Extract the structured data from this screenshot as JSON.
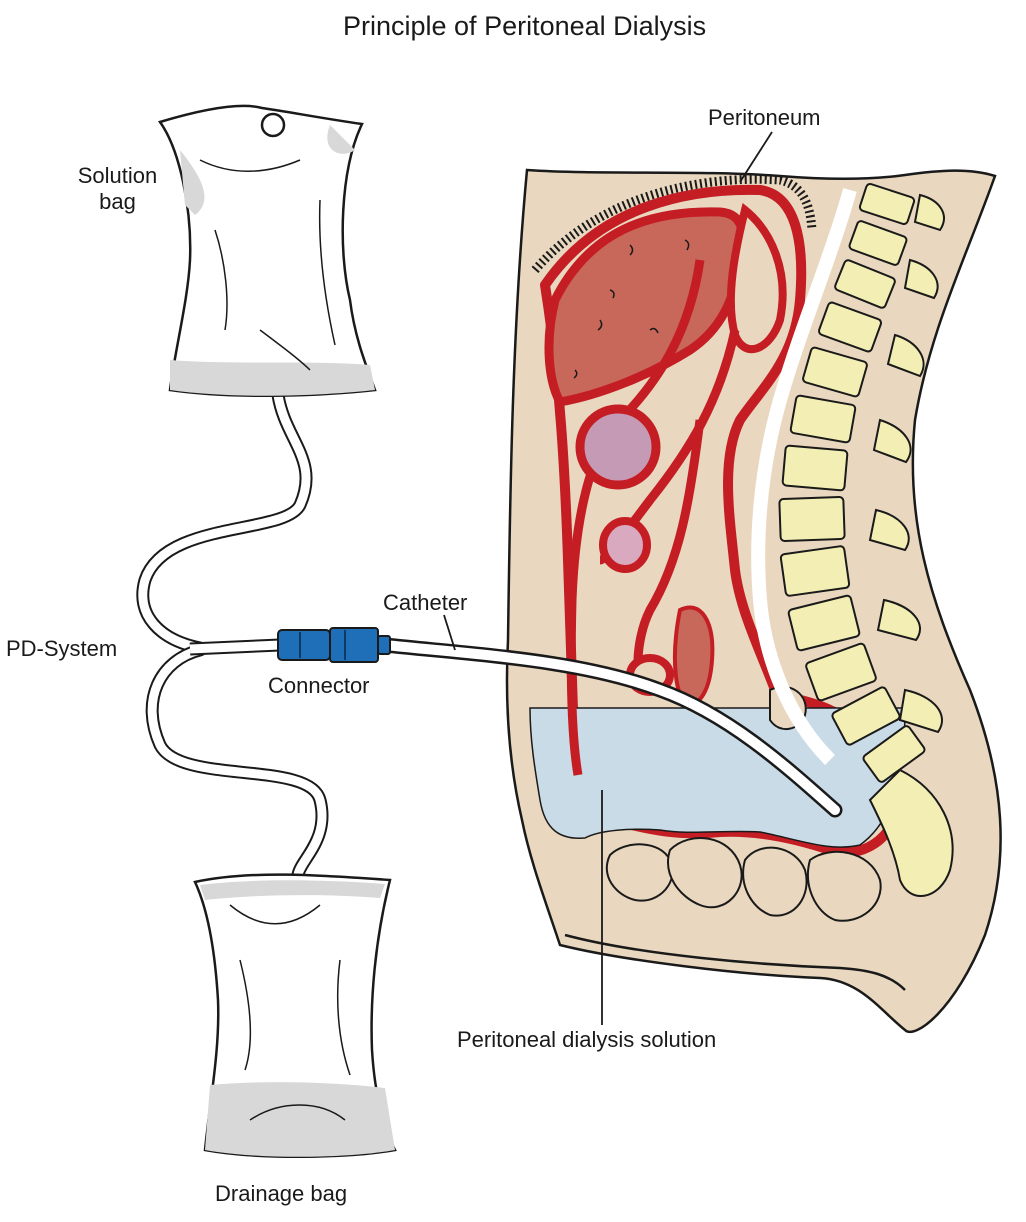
{
  "title": "Principle of Peritoneal Dialysis",
  "labels": {
    "solution_bag_line1": "Solution",
    "solution_bag_line2": "bag",
    "pd_system": "PD-System",
    "connector": "Connector",
    "catheter": "Catheter",
    "peritoneum": "Peritoneum",
    "dialysis_solution": "Peritoneal dialysis solution",
    "drainage_bag": "Drainage bag"
  },
  "colors": {
    "skin": "#e9d8bf",
    "peritoneum_red": "#c41e24",
    "liver": "#c8685a",
    "dialysate": "#c9dbe6",
    "spine": "#f3efb4",
    "connector_blue": "#1f6fb8",
    "bag_gray": "#d8d8d8",
    "outline": "#1a1a1a"
  },
  "icons": {
    "solution_bag": "iv-bag-icon",
    "drainage_bag": "drainage-bag-icon",
    "connector": "tube-connector-icon"
  }
}
